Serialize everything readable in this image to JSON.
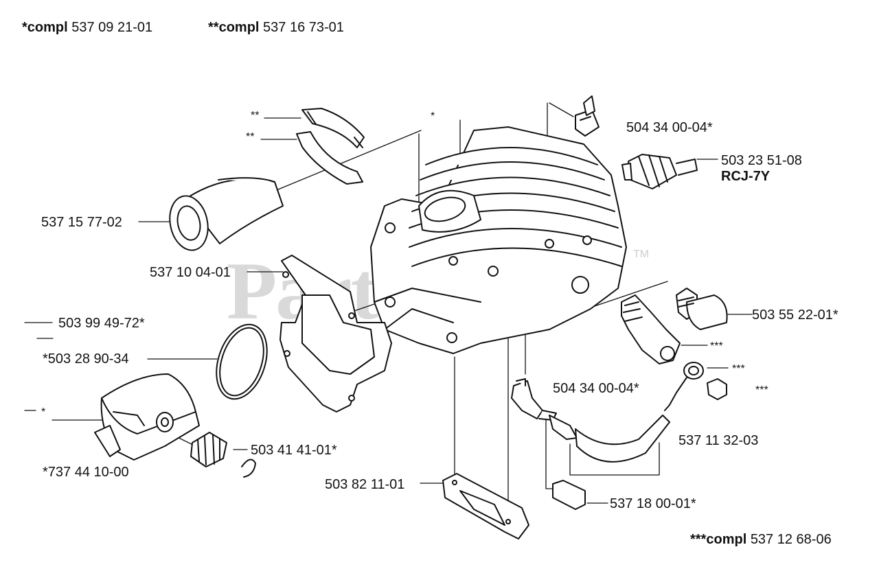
{
  "header": {
    "kit1_prefix": "*compl",
    "kit1_number": "537 09 21-01",
    "kit2_prefix": "**compl",
    "kit2_number": "537 16 73-01"
  },
  "footer": {
    "kit3_prefix": "***compl",
    "kit3_number": "537 12 68-06"
  },
  "watermark": {
    "text": "PartsTree",
    "trademark": "TM"
  },
  "labels": {
    "clip_top_stars": "**",
    "clip_bottom_stars": "**",
    "cylinder_star": "*",
    "fitting_top": "504 34 00-04*",
    "spark_plug": "503 23 51-08",
    "spark_plug_type": "RCJ-7Y",
    "intake_manifold": "537 15 77-02",
    "gasket": "537 10 04-01",
    "plug_cap": "503 55 22-01*",
    "piston_pin_clip": "503 99 49-72*",
    "piston_ring": "*503 28 90-34",
    "decomp_stars": "***",
    "washer_stars": "***",
    "bolt_stars": "***",
    "fitting_bottom": "504 34 00-04*",
    "piston_star": "*",
    "hose": "537 11 32-03",
    "bearing": "503 41 41-01*",
    "piston": "*737 44 10-00",
    "base_gasket": "503 82 11-01",
    "hose_plug": "537 18 00-01*"
  }
}
